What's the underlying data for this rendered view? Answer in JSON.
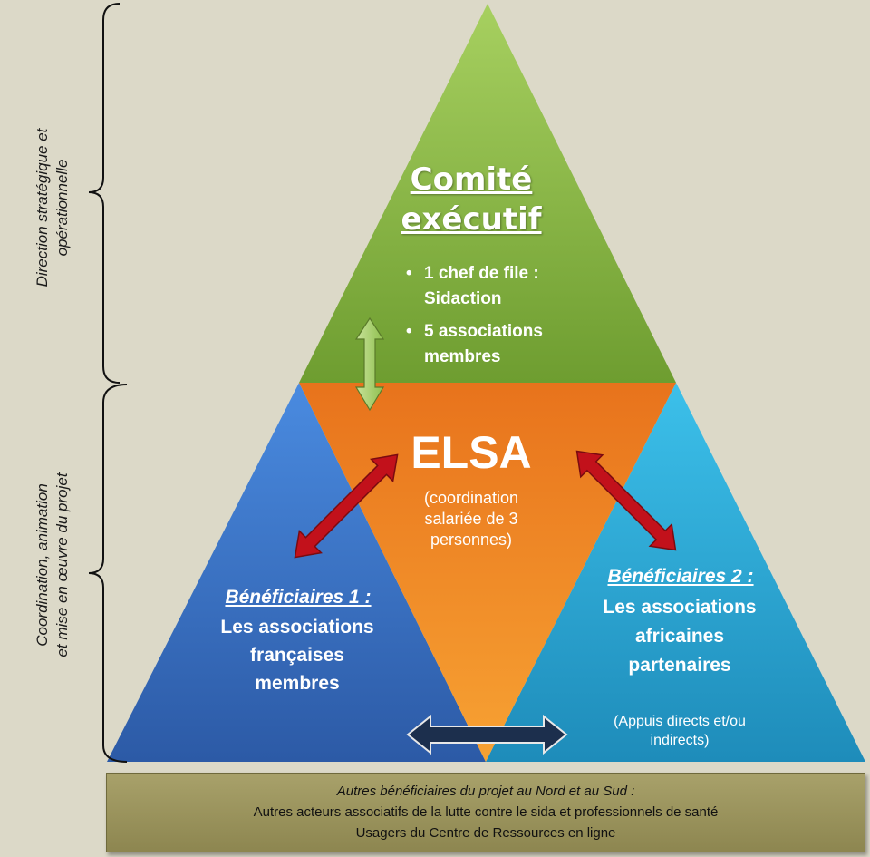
{
  "side_labels": {
    "upper": [
      "Direction stratégique et",
      "opérationnelle"
    ],
    "lower": [
      "Coordination, animation",
      "et mise en œuvre du projet"
    ]
  },
  "top": {
    "title": [
      "Comité",
      "exécutif"
    ],
    "bullets": [
      "1 chef de file : Sidaction",
      "5 associations membres"
    ]
  },
  "center": {
    "title": "ELSA",
    "description": "(coordination salariée de 3 personnes)"
  },
  "left": {
    "title": "Bénéficiaires 1 :",
    "text": "Les associations françaises membres"
  },
  "right": {
    "title": "Bénéficiaires 2 :",
    "text": "Les associations africaines partenaires",
    "note": "(Appuis directs et/ou indirects)"
  },
  "bottom": {
    "title": "Autres bénéficiaires du projet au Nord et au Sud :",
    "line1": "Autres acteurs associatifs de la lutte contre le sida et professionnels de santé",
    "line2": "Usagers du Centre de Ressources en ligne"
  },
  "colors": {
    "background": "#dcd9c8",
    "top_green": "#7aa83a",
    "center_orange": "#f08a24",
    "left_blue": "#3f78c8",
    "right_cyan": "#2aa8d6",
    "red_arrow": "#c2111b",
    "navy_arrow": "#1c2f4d",
    "bottom_olive": "#9c955e"
  }
}
